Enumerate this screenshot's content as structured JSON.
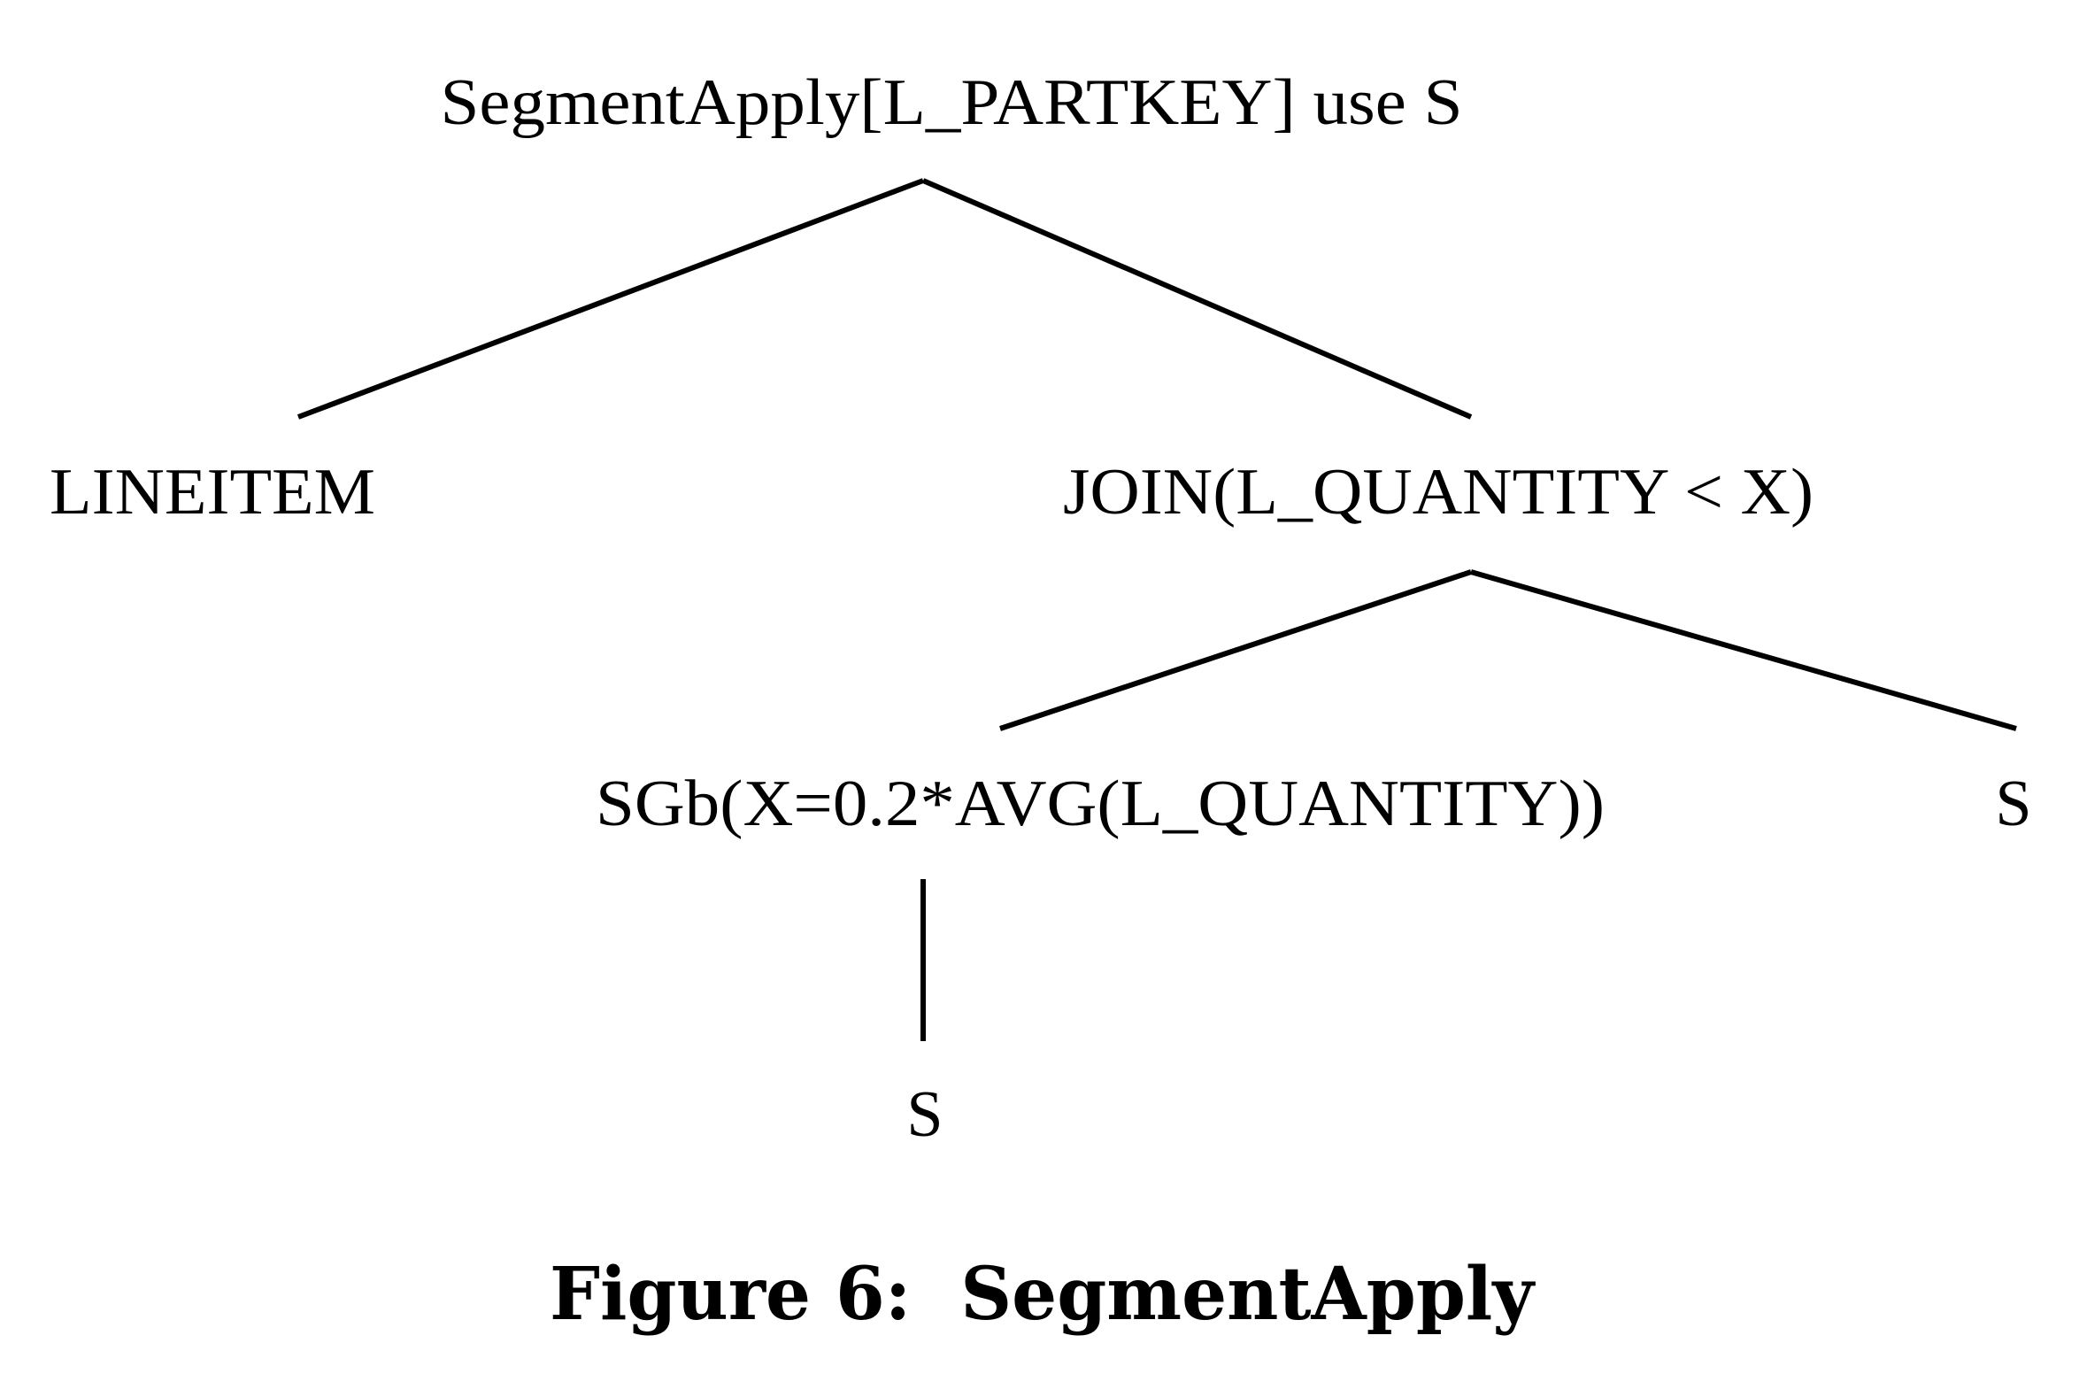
{
  "nodes": {
    "root": "SegmentApply[L_PARTKEY] use S",
    "lineitem": "LINEITEM",
    "join": "JOIN(L_QUANTITY < X)",
    "sgb": "SGb(X=0.2*AVG(L_QUANTITY))",
    "s_right": "S",
    "s_bottom": "S"
  },
  "edges": [
    {
      "from": "root",
      "to": "lineitem"
    },
    {
      "from": "root",
      "to": "join"
    },
    {
      "from": "join",
      "to": "sgb"
    },
    {
      "from": "join",
      "to": "s_right"
    },
    {
      "from": "sgb",
      "to": "s_bottom"
    }
  ],
  "caption": "Figure 6:  SegmentApply"
}
